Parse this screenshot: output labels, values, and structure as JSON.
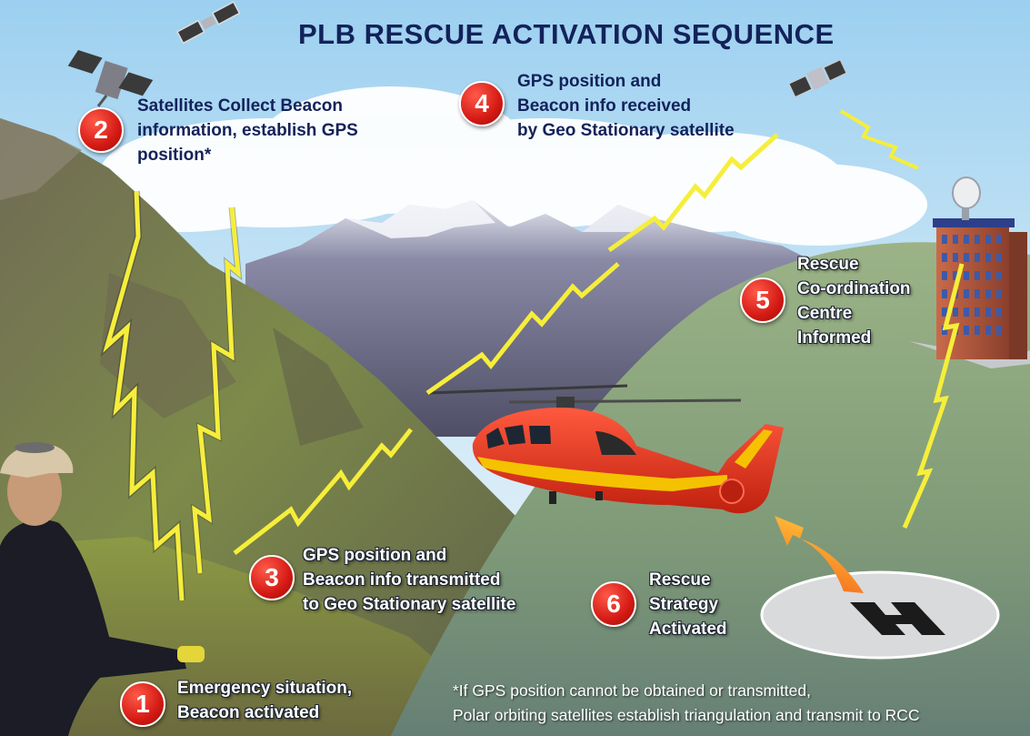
{
  "title": "PLB RESCUE ACTIVATION SEQUENCE",
  "steps": [
    {
      "number": "1",
      "lines": [
        "Emergency situation,",
        "Beacon activated"
      ]
    },
    {
      "number": "2",
      "lines": [
        "Satellites Collect Beacon",
        "information, establish GPS",
        "position*"
      ]
    },
    {
      "number": "3",
      "lines": [
        "GPS position and",
        "Beacon info transmitted",
        "to Geo Stationary satellite"
      ]
    },
    {
      "number": "4",
      "lines": [
        "GPS position and",
        "Beacon info received",
        "by Geo Stationary satellite"
      ]
    },
    {
      "number": "5",
      "lines": [
        "Rescue",
        "Co-ordination",
        "Centre",
        "Informed"
      ]
    },
    {
      "number": "6",
      "lines": [
        "Rescue",
        "Strategy",
        "Activated"
      ]
    }
  ],
  "footnote": {
    "lines": [
      "*If GPS position cannot be obtained or transmitted,",
      "Polar orbiting satellites establish triangulation and transmit to RCC"
    ]
  },
  "colors": {
    "title": "#13225a",
    "badge": "#d41a14",
    "signal": "#f6ee3a",
    "helicopter": "#e0301e",
    "helicopter_stripe": "#f4c200",
    "field": "#8fa77a",
    "mountain": "#5f5e7a",
    "sky": "#9fd0ee"
  }
}
